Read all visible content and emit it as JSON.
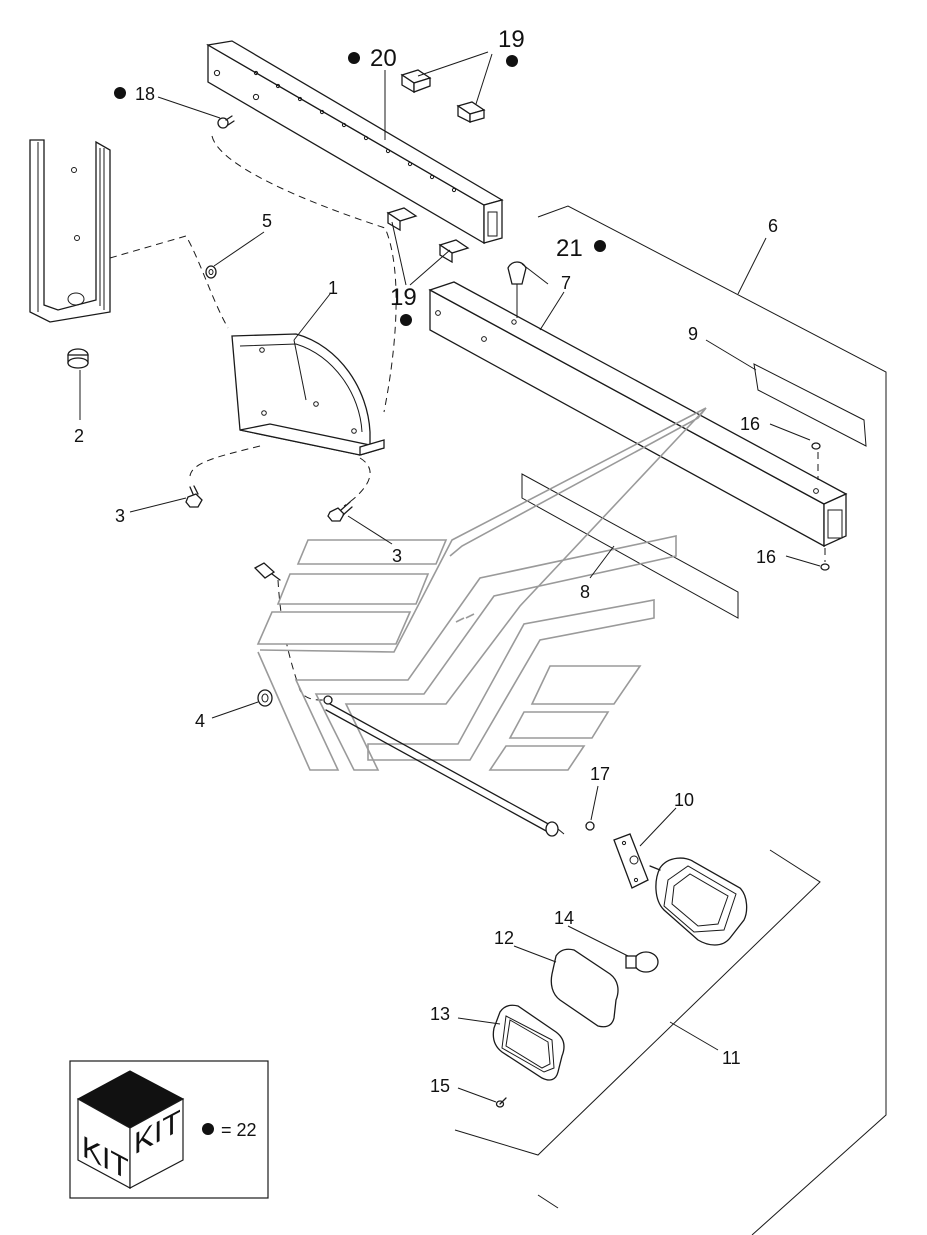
{
  "labels": {
    "p1": "1",
    "p2": "2",
    "p3a": "3",
    "p3b": "3",
    "p4": "4",
    "p5": "5",
    "p6": "6",
    "p7": "7",
    "p8": "8",
    "p9": "9",
    "p10": "10",
    "p11": "11",
    "p12": "12",
    "p13": "13",
    "p14": "14",
    "p15": "15",
    "p16a": "16",
    "p16b": "16",
    "p17": "17",
    "p18": "18",
    "p19a": "19",
    "p19b": "19",
    "p20": "20",
    "p21": "21"
  },
  "legend": {
    "kit_left": "KIT",
    "kit_right": "KIT",
    "kit_value": "= 22"
  },
  "colors": {
    "line": "#1a1a1a",
    "decal_outline": "#9a9a9a",
    "kit_top": "#111111"
  }
}
